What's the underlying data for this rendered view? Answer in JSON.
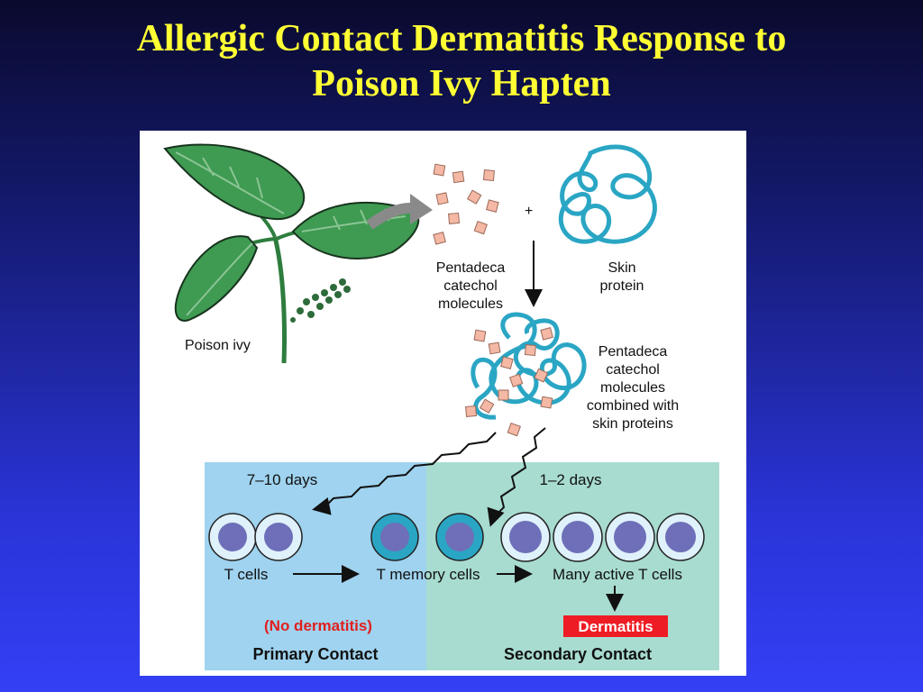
{
  "slide": {
    "title_line1": "Allergic Contact Dermatitis Response to",
    "title_line2": "Poison Ivy Hapten"
  },
  "diagram": {
    "poison_ivy_label": "Poison ivy",
    "molecules_label": [
      "Pentadeca",
      "catechol",
      "molecules"
    ],
    "plus_sign": "+",
    "skin_protein_label": [
      "Skin",
      "protein"
    ],
    "combined_label": [
      "Pentadeca",
      "catechol",
      "molecules",
      "combined with",
      "skin proteins"
    ],
    "primary": {
      "days": "7–10 days",
      "t_cells": "T cells",
      "outcome": "(No dermatitis)",
      "title": "Primary Contact"
    },
    "secondary": {
      "days": "1–2 days",
      "memory_cells": "T memory cells",
      "active_cells": "Many active T cells",
      "outcome": "Dermatitis",
      "title": "Secondary Contact"
    }
  },
  "colors": {
    "title": "#ffff33",
    "leaf": "#3f9a52",
    "protein": "#2aa6c4",
    "molecule": "#f4b8a4",
    "primary_bg": "#9fd3ef",
    "secondary_bg": "#a8dcd0",
    "dermatitis_bg": "#ee1c24"
  }
}
